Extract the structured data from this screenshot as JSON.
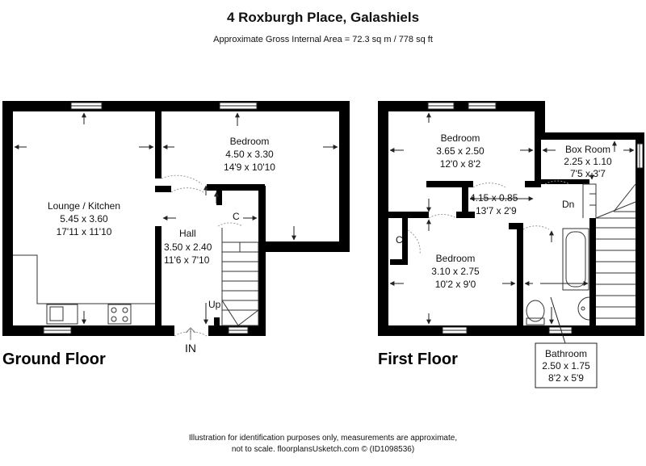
{
  "header": {
    "title": "4 Roxburgh Place, Galashiels",
    "area": "Approximate Gross Internal Area = 72.3 sq m / 778 sq ft"
  },
  "ground_floor": {
    "label": "Ground Floor",
    "entrance": "IN",
    "stairs": "Up",
    "cupboard": "C",
    "rooms": [
      {
        "name": "Lounge / Kitchen",
        "metric": "5.45 x 3.60",
        "imperial": "17'11 x 11'10"
      },
      {
        "name": "Bedroom",
        "metric": "4.50 x 3.30",
        "imperial": "14'9 x 10'10"
      },
      {
        "name": "Hall",
        "metric": "3.50 x 2.40",
        "imperial": "11'6 x 7'10"
      }
    ]
  },
  "first_floor": {
    "label": "First Floor",
    "stairs": "Dn",
    "cupboard": "C",
    "landing": {
      "metric": "4.15 x 0.85",
      "imperial": "13'7 x 2'9"
    },
    "rooms": [
      {
        "name": "Bedroom",
        "metric": "3.65 x 2.50",
        "imperial": "12'0 x 8'2"
      },
      {
        "name": "Box Room",
        "metric": "2.25 x 1.10",
        "imperial": "7'5 x 3'7"
      },
      {
        "name": "Bedroom",
        "metric": "3.10 x 2.75",
        "imperial": "10'2 x 9'0"
      },
      {
        "name": "Bathroom",
        "metric": "2.50 x 1.75",
        "imperial": "8'2 x 5'9"
      }
    ]
  },
  "footer": {
    "line1": "Illustration for identification purposes only, measurements are approximate,",
    "line2": "not to scale. floorplansUsketch.com © (ID1098536)"
  }
}
